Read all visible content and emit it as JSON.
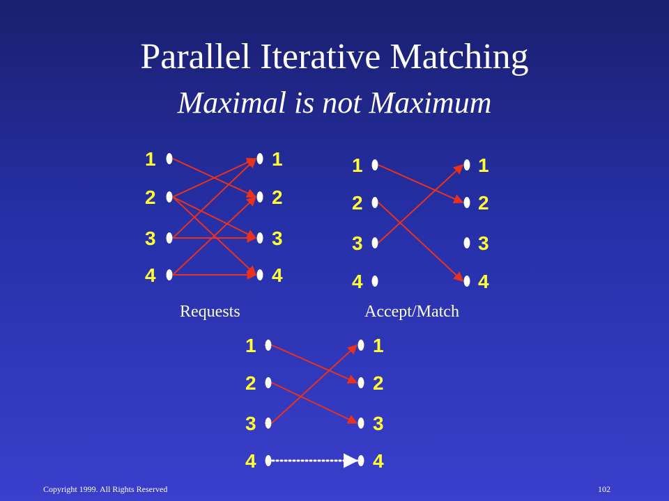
{
  "title": "Parallel Iterative Matching",
  "subtitle": "Maximal is not Maximum",
  "captions": {
    "requests": "Requests",
    "accept_match": "Accept/Match"
  },
  "footer": {
    "copyright": "Copyright 1999. All Rights Reserved",
    "page": "102"
  },
  "colors": {
    "arrow": "#e8321e",
    "number": "#ffff33",
    "node": "#ffffff",
    "dotted": "#ffffff"
  },
  "panels": [
    {
      "name": "requests",
      "inputs": [
        "1",
        "2",
        "3",
        "4"
      ],
      "outputs": [
        "1",
        "2",
        "3",
        "4"
      ],
      "edges": [
        [
          1,
          2
        ],
        [
          2,
          1
        ],
        [
          2,
          3
        ],
        [
          2,
          4
        ],
        [
          3,
          1
        ],
        [
          3,
          3
        ],
        [
          4,
          2
        ],
        [
          4,
          4
        ]
      ]
    },
    {
      "name": "accept-match",
      "inputs": [
        "1",
        "2",
        "3",
        "4"
      ],
      "outputs": [
        "1",
        "2",
        "3",
        "4"
      ],
      "edges": [
        [
          1,
          2
        ],
        [
          2,
          4
        ],
        [
          3,
          1
        ]
      ]
    },
    {
      "name": "final-match",
      "inputs": [
        "1",
        "2",
        "3",
        "4"
      ],
      "outputs": [
        "1",
        "2",
        "3",
        "4"
      ],
      "edges": [
        [
          1,
          2
        ],
        [
          2,
          3
        ],
        [
          3,
          1
        ]
      ],
      "dotted_edges": [
        [
          4,
          4
        ]
      ]
    }
  ]
}
